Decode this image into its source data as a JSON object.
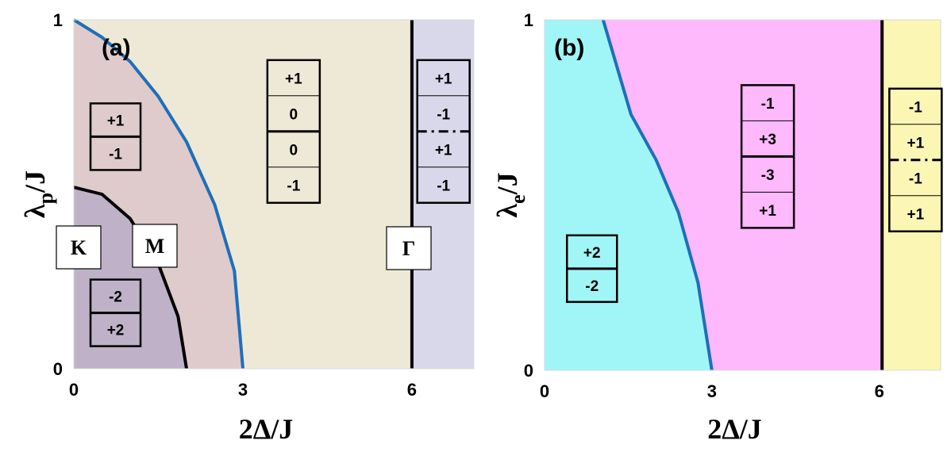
{
  "chart_data": [
    {
      "type": "area",
      "panel": "(a)",
      "xlabel": "2Δ/J",
      "ylabel": {
        "main": "λ",
        "sub": "p",
        "rest": "/J"
      },
      "xlim": [
        0,
        7.1
      ],
      "ylim": [
        0,
        1
      ],
      "x_ticks": [
        "0",
        "3",
        "6"
      ],
      "y_ticks": [
        "0",
        "1"
      ],
      "grid": false,
      "regions": [
        {
          "color": "#bfb2c8"
        },
        {
          "color": "#dfcbcc"
        },
        {
          "color": "#ede9d6"
        },
        {
          "color": "#d9d8ea"
        }
      ],
      "boundaries": [
        {
          "color": "#000000",
          "points": [
            [
              0,
              0.52
            ],
            [
              0.5,
              0.5
            ],
            [
              1.0,
              0.43
            ],
            [
              1.5,
              0.3
            ],
            [
              1.85,
              0.15
            ],
            [
              2.0,
              0
            ]
          ]
        },
        {
          "color": "#1f6fb8",
          "points": [
            [
              0,
              1
            ],
            [
              0.5,
              0.95
            ],
            [
              1.0,
              0.88
            ],
            [
              1.5,
              0.78
            ],
            [
              2.0,
              0.65
            ],
            [
              2.5,
              0.47
            ],
            [
              2.85,
              0.28
            ],
            [
              3.0,
              0
            ]
          ]
        },
        {
          "color": "#000000",
          "points": [
            [
              6,
              0
            ],
            [
              6,
              1
            ]
          ]
        }
      ],
      "points": [
        "K",
        "M",
        "Γ"
      ],
      "chern_boxes": [
        {
          "anchor": [
            0.74,
            0.665
          ],
          "values": [
            "+1",
            "-1"
          ]
        },
        {
          "anchor": [
            0.74,
            0.16
          ],
          "values": [
            "-2",
            "+2"
          ]
        },
        {
          "anchor": [
            3.9,
            0.68
          ],
          "values": [
            "+1",
            "0",
            "0",
            "-1"
          ]
        },
        {
          "anchor": [
            6.56,
            0.68
          ],
          "values": [
            "+1",
            "-1",
            "+1",
            "-1"
          ]
        }
      ]
    },
    {
      "type": "area",
      "panel": "(b)",
      "xlabel": "2Δ/J",
      "ylabel": {
        "main": "λ",
        "sub": "e",
        "rest": "/J"
      },
      "xlim": [
        0,
        7.1
      ],
      "ylim": [
        0,
        1
      ],
      "x_ticks": [
        "0",
        "3",
        "6"
      ],
      "y_ticks": [
        "0",
        "1"
      ],
      "grid": false,
      "regions": [
        {
          "color": "#a0f6f6"
        },
        {
          "color": "#fdb9fb"
        },
        {
          "color": "#fbf6b4"
        }
      ],
      "boundaries": [
        {
          "color": "#1f6fb8",
          "points": [
            [
              1.05,
              1
            ],
            [
              1.55,
              0.73
            ],
            [
              2.0,
              0.6
            ],
            [
              2.4,
              0.45
            ],
            [
              2.75,
              0.25
            ],
            [
              3.0,
              0
            ]
          ]
        },
        {
          "color": "#000000",
          "points": [
            [
              6.05,
              0
            ],
            [
              6.05,
              1
            ]
          ]
        }
      ],
      "chern_boxes": [
        {
          "anchor": [
            0.85,
            0.29
          ],
          "values": [
            "+2",
            "-2"
          ]
        },
        {
          "anchor": [
            4.0,
            0.61
          ],
          "values": [
            "-1",
            "+3",
            "-3",
            "+1"
          ]
        },
        {
          "anchor": [
            6.65,
            0.6
          ],
          "values": [
            "-1",
            "+1",
            "-1",
            "+1"
          ]
        }
      ]
    }
  ]
}
